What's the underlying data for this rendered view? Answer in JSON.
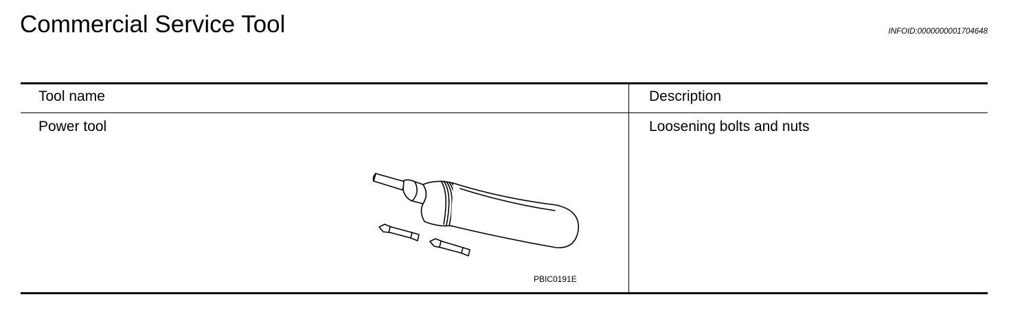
{
  "header": {
    "title": "Commercial Service Tool",
    "info_id": "INFOID:0000000001704648"
  },
  "table": {
    "columns": [
      "Tool name",
      "Description"
    ],
    "rows": [
      {
        "tool_name": "Power tool",
        "description": "Loosening bolts and nuts",
        "figure_code": "PBIC0191E",
        "figure_icon": "power-tool-icon"
      }
    ]
  }
}
